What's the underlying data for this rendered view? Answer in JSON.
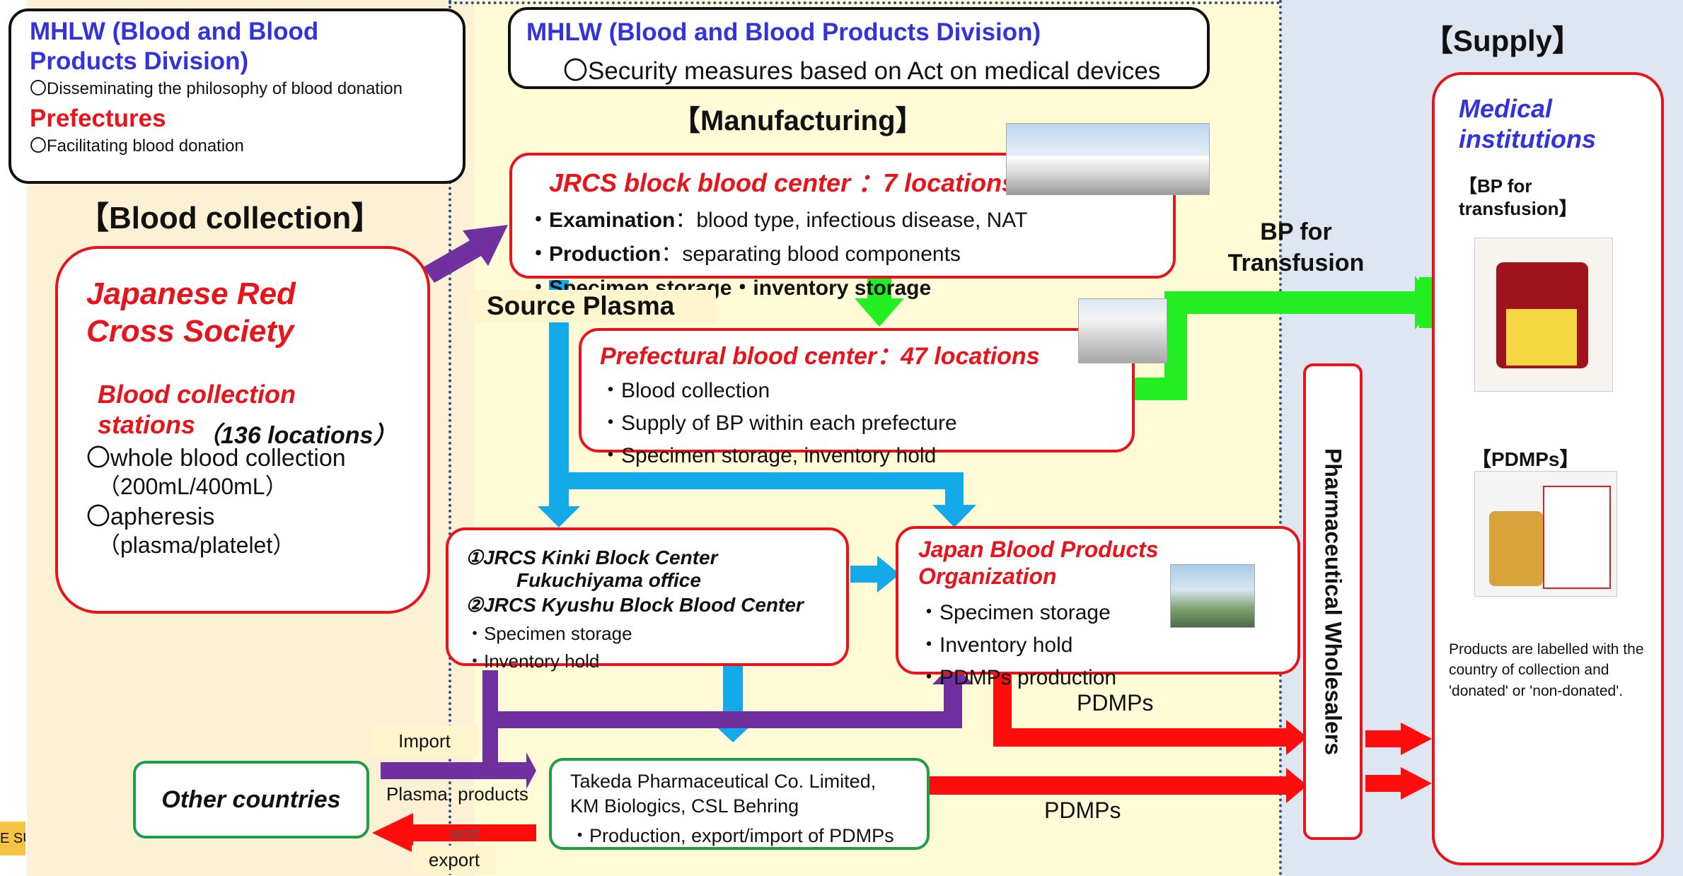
{
  "mhlw_left": {
    "title": "MHLW (Blood and Blood Products Division)",
    "item": "〇Disseminating the philosophy of blood donation",
    "pref_title": "Prefectures",
    "pref_item": "〇Facilitating blood donation"
  },
  "mhlw_top": {
    "title": "MHLW (Blood and Blood Products Division)",
    "item": "〇Security measures based on Act on medical devices"
  },
  "headings": {
    "collection": "【Blood collection】",
    "manufacturing": "【Manufacturing】",
    "supply": "【Supply】"
  },
  "jrcs": {
    "name": "Japanese Red Cross Society",
    "stations": "Blood collection stations",
    "stations_count": "（136 locations）",
    "wb": "〇whole blood collection",
    "wb_sub": "（200mL/400mL）",
    "ap": "〇apheresis",
    "ap_sub": "（plasma/platelet）"
  },
  "block_center": {
    "title": "JRCS block blood center ：7 locations",
    "l1_bold": "・Examination",
    "l1_rest": "：blood type, infectious disease, NAT",
    "l2_bold": "・Production",
    "l2_rest": "：separating blood components",
    "l3": "・Specimen storage・inventory storage"
  },
  "source_plasma": "Source Plasma",
  "bp_transfusion": "BP for Transfusion",
  "pref_center": {
    "title": "Prefectural blood center：47 locations",
    "l1": "・Blood collection",
    "l2": "・Supply of BP within each prefecture",
    "l3": "・Specimen storage, inventory hold"
  },
  "kinki": {
    "l1": "①JRCS Kinki  Block Center",
    "l2": "Fukuchiyama office",
    "l3": "②JRCS Kyushu Block Blood Center",
    "l4": "・Specimen storage",
    "l5": "・Inventory hold"
  },
  "jbpo": {
    "title": "Japan Blood Products Organization",
    "l1": "・Specimen storage",
    "l2": "・Inventory hold",
    "l3": "・PDMPs production"
  },
  "takeda": {
    "l1": "Takeda Pharmaceutical Co. Limited,",
    "l2": "KM Biologics, CSL Behring",
    "l3": "・Production, export/import of PDMPs"
  },
  "other_countries": "Other countries",
  "import_label": "Import",
  "plasma_products": "Plasma, products",
  "and_label": "and",
  "export_label": "export",
  "pdmps_1": "PDMPs",
  "pdmps_2": "PDMPs",
  "wholesalers": "Pharmaceutical Wholesalers",
  "medical": {
    "title": "Medical institutions",
    "bp": "【BP for transfusion】",
    "pdmps": "【PDMPs】",
    "note": "Products are labelled with the country of collection and 'donated' or 'non-donated'."
  },
  "left_tab": "E SU",
  "colors": {
    "purple": "#7030a0",
    "cyan": "#14a9e8",
    "green": "#22ee22",
    "red": "#ff0d0d"
  }
}
